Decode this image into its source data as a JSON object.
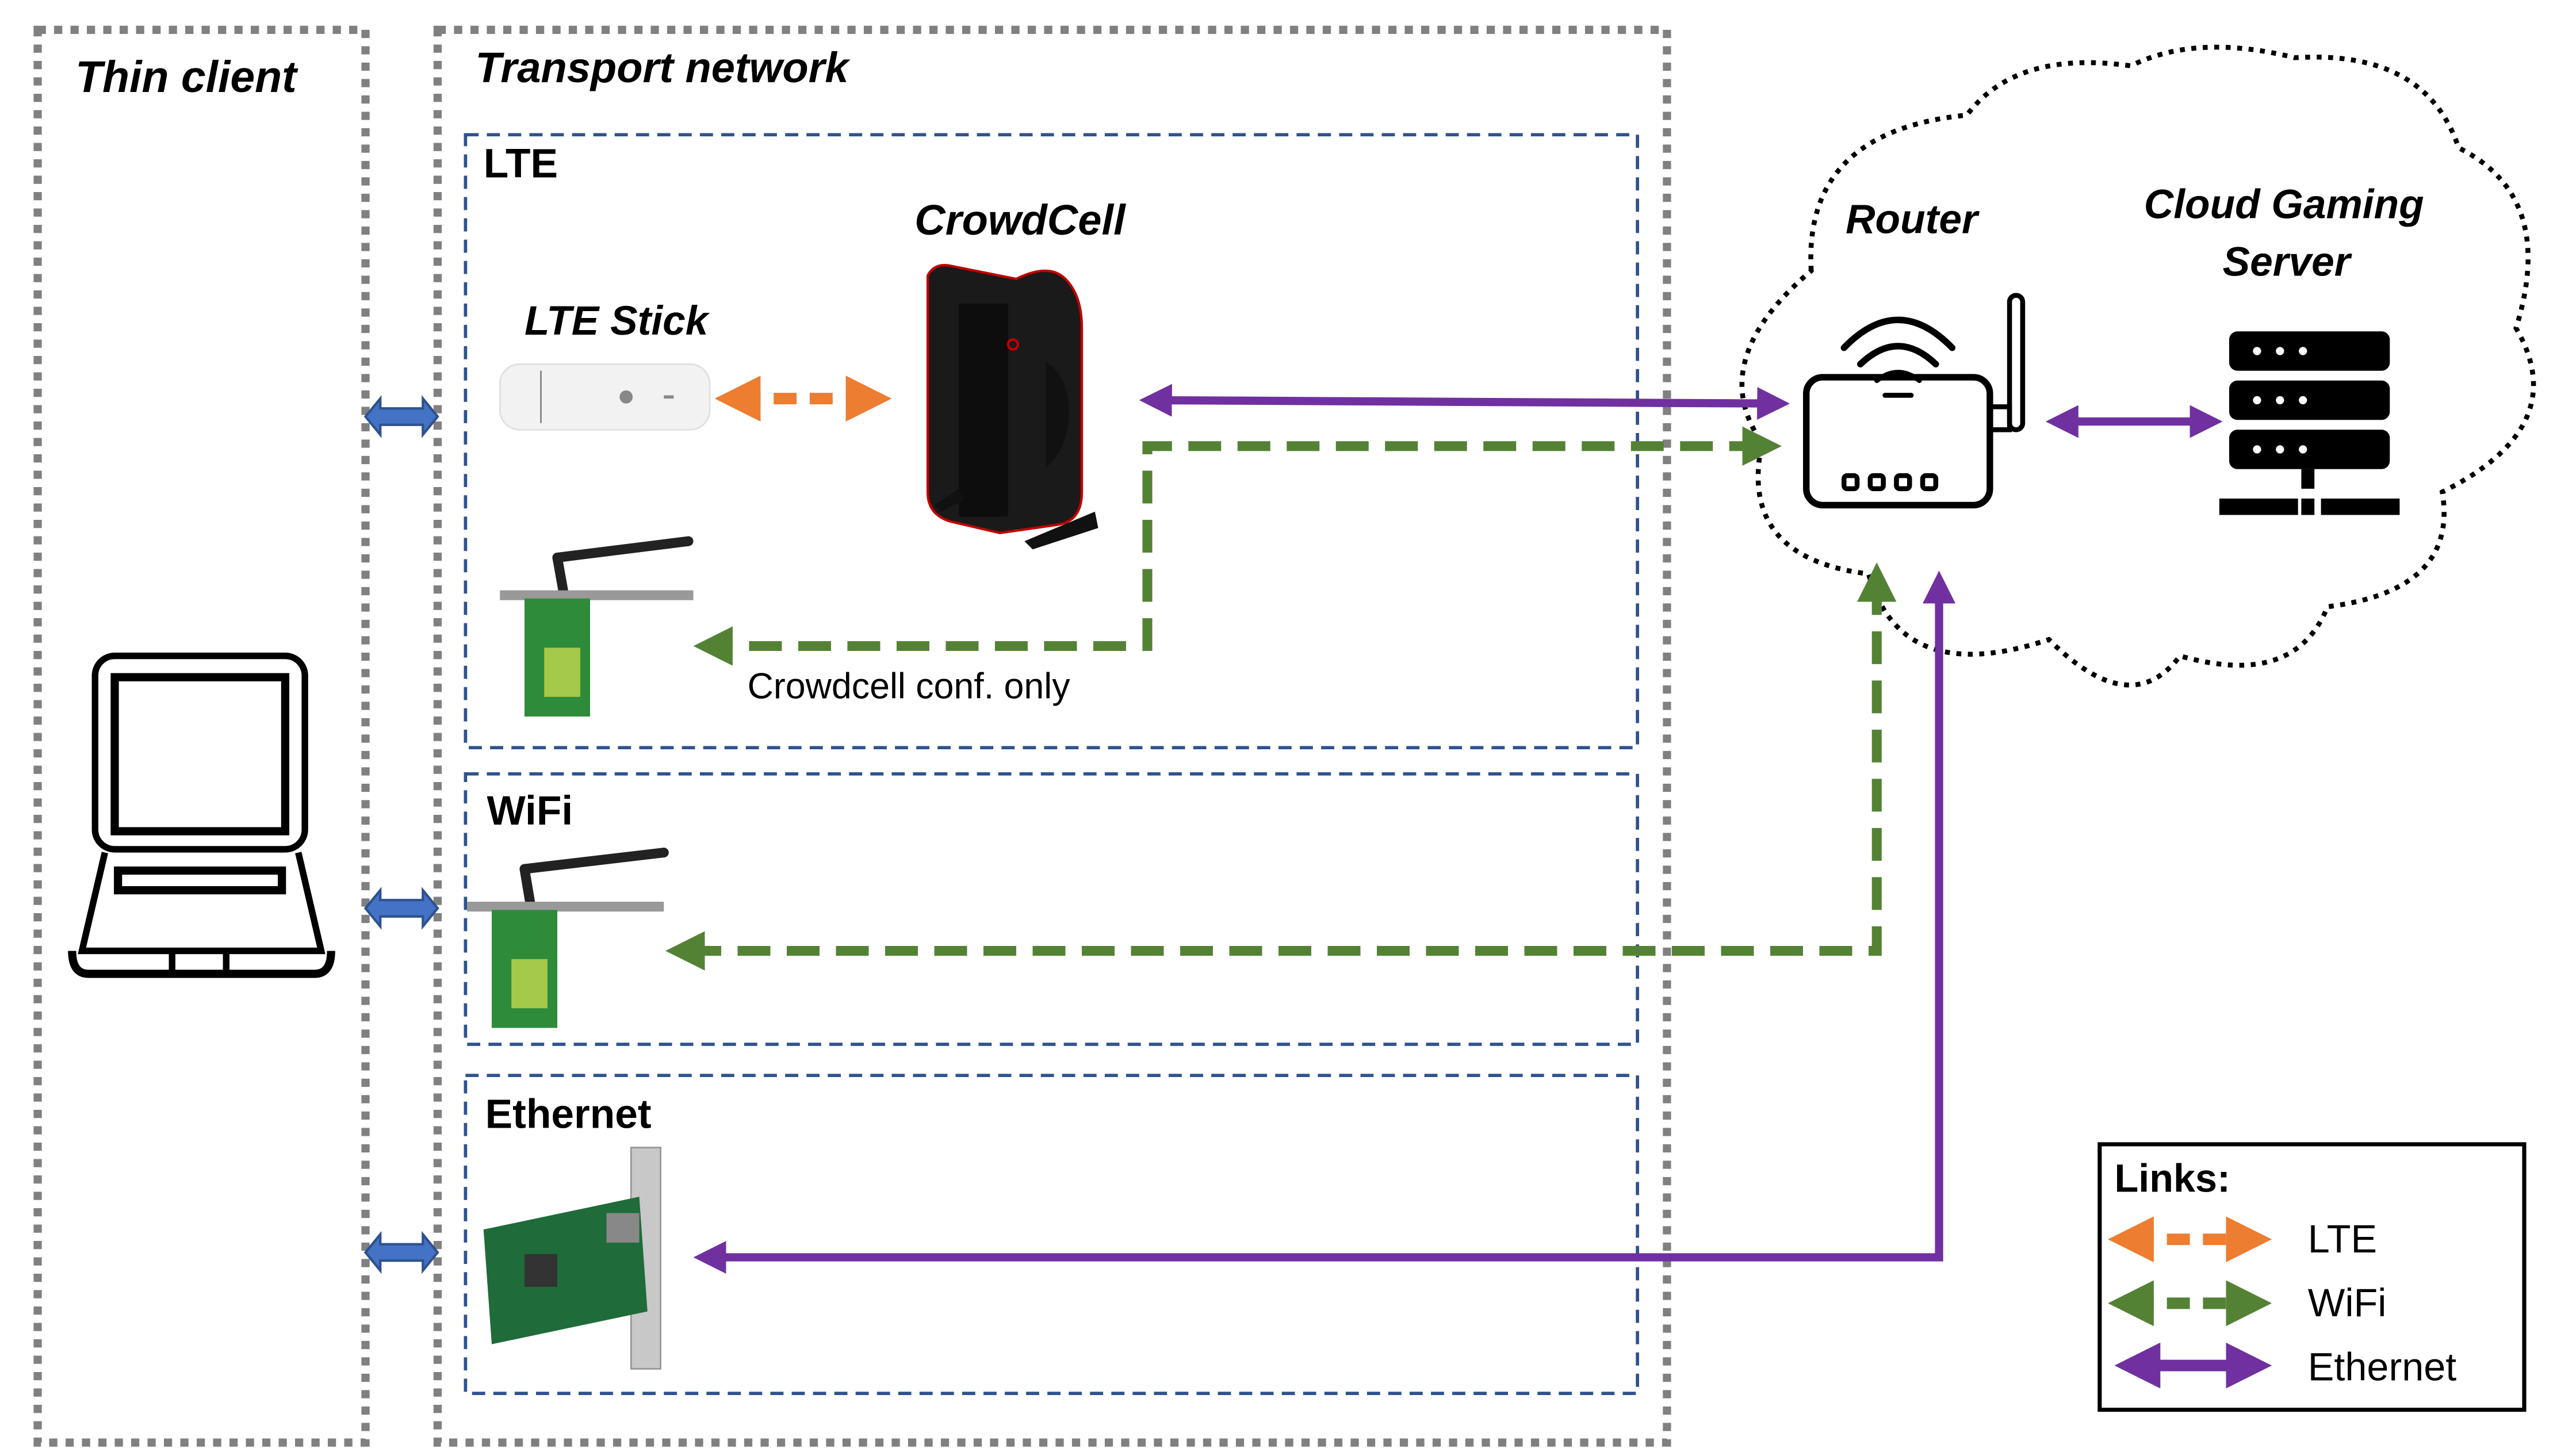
{
  "regions": {
    "thin_client": "Thin client",
    "transport_network": "Transport network",
    "lte": "LTE",
    "wifi": "WiFi",
    "ethernet": "Ethernet"
  },
  "devices": {
    "lte_stick": "LTE Stick",
    "crowdcell": "CrowdCell",
    "router": "Router",
    "cloud_server_line1": "Cloud Gaming",
    "cloud_server_line2": "Server",
    "crowdcell_note": "Crowdcell conf. only"
  },
  "icons": {
    "laptop": "laptop-icon",
    "lte_stick": "usb-modem-icon",
    "crowdcell": "small-cell-icon",
    "wifi_card": "wifi-pcie-card-icon",
    "ethernet_card": "ethernet-nic-icon",
    "router": "wifi-router-icon",
    "server": "server-rack-icon",
    "cloud": "cloud-outline-icon"
  },
  "legend": {
    "title": "Links:",
    "items": [
      {
        "label": "LTE",
        "color": "#ED7D31",
        "style": "dashed"
      },
      {
        "label": "WiFi",
        "color": "#548235",
        "style": "dashed"
      },
      {
        "label": "Ethernet",
        "color": "#7030A0",
        "style": "solid"
      }
    ]
  },
  "colors": {
    "lte": "#ED7D31",
    "wifi": "#548235",
    "ethernet": "#7030A0",
    "interface_arrow": "#4472C4",
    "sub_box": "#2F528F",
    "outer_box": "#808080"
  }
}
